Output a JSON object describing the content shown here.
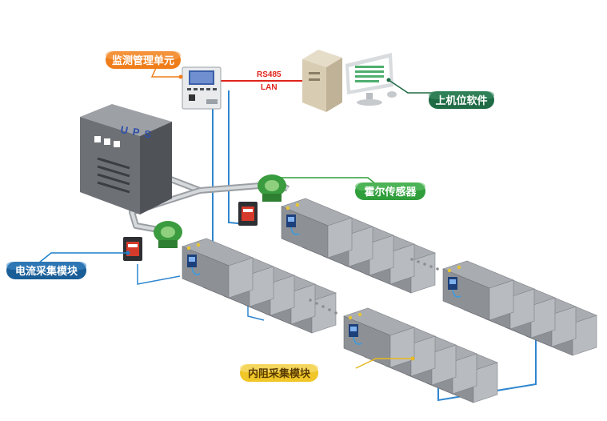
{
  "labels": {
    "monitor_unit": "监测管理单元",
    "host_software": "上机位软件",
    "hall_sensor": "霍尔传感器",
    "current_module": "电流采集模块",
    "resistance_module": "内阻采集模块"
  },
  "link": {
    "rs485": "RS485",
    "lan": "LAN"
  },
  "ups": {
    "text": "UPS"
  },
  "colors": {
    "orange": "#ef7d1a",
    "green": "#2f9e3b",
    "dark_green": "#1f6b45",
    "blue": "#1f7fc9",
    "dark_blue": "#1a5e97",
    "red_line": "#e0241b",
    "cable_blue": "#3a9be0",
    "battery_top": "#a9adb2",
    "battery_front": "#8d9196",
    "battery_side": "#b8bcc1"
  },
  "icons": {
    "ups": "ups-cabinet-icon",
    "pc": "desktop-computer-icon",
    "monitor": "monitoring-unit-icon",
    "hall": "hall-sensor-icon",
    "battery": "battery-icon",
    "module": "current-module-icon"
  }
}
